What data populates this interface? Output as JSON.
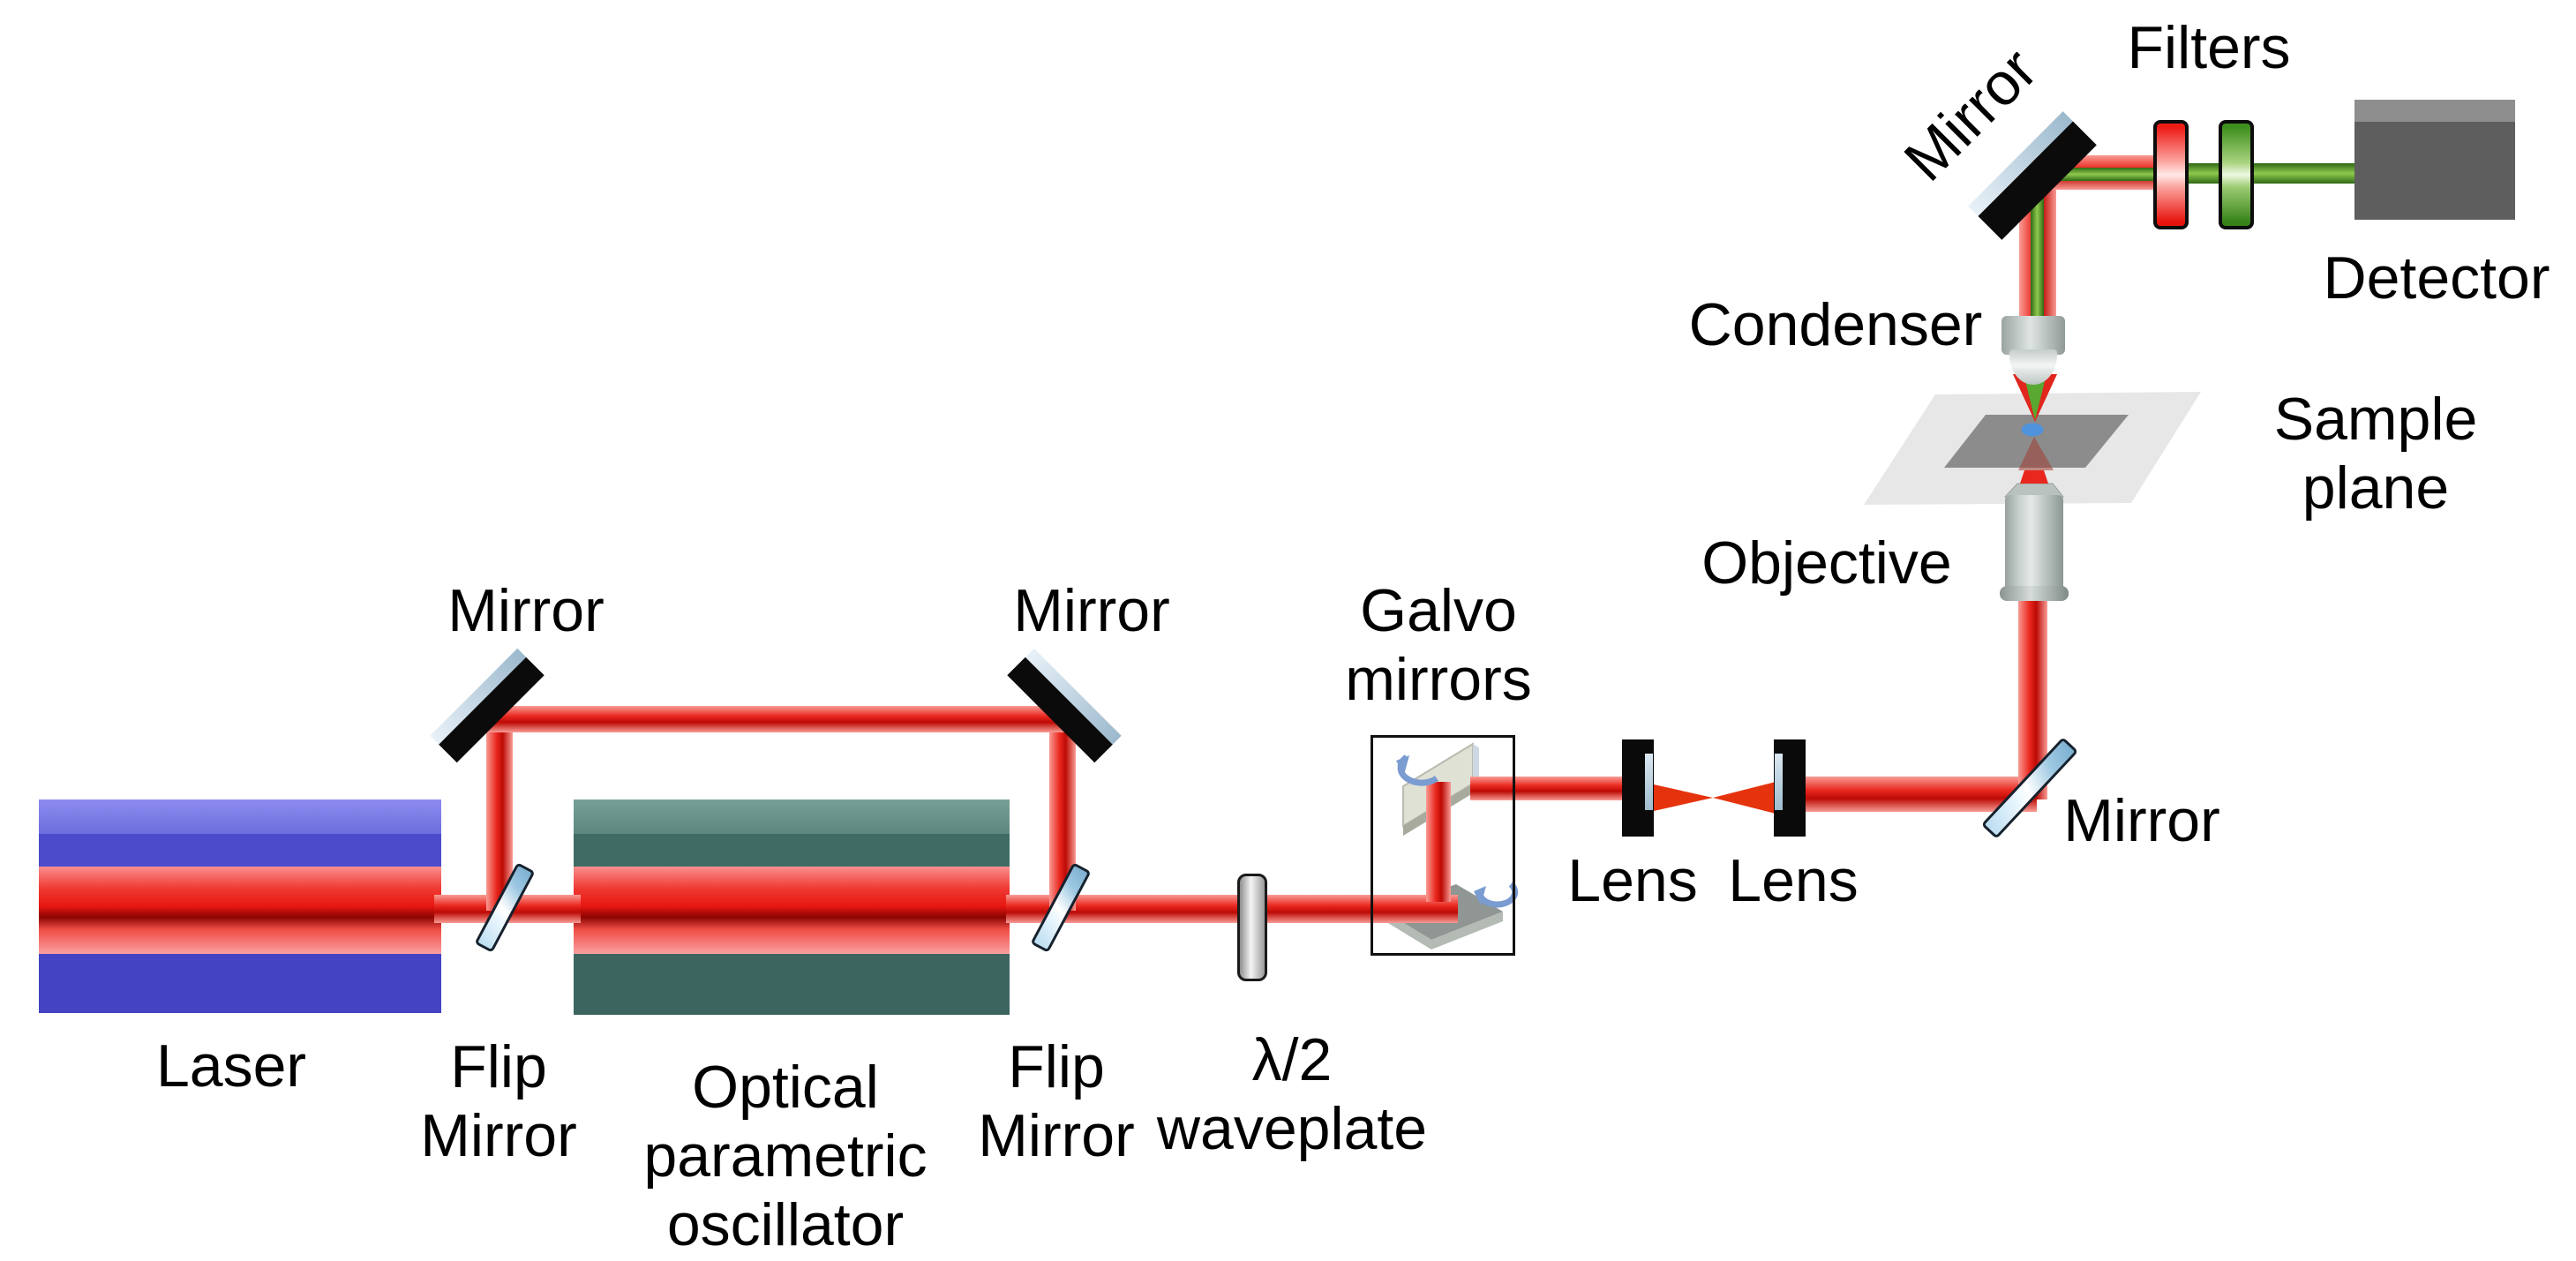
{
  "labels": {
    "laser": "Laser",
    "flip_mirror_1": "Flip\nMirror",
    "mirror_1": "Mirror",
    "opo": "Optical\nparametric\noscillator",
    "mirror_2": "Mirror",
    "flip_mirror_2": "Flip\nMirror",
    "waveplate": "λ/2\nwaveplate",
    "galvo_mirrors": "Galvo\nmirrors",
    "lens_1": "Lens",
    "lens_2": "Lens",
    "mirror_3": "Mirror",
    "objective": "Objective",
    "sample_plane": "Sample plane",
    "condenser": "Condenser",
    "mirror_4": "Mirror",
    "filters": "Filters",
    "detector": "Detector"
  },
  "colors": {
    "beam_red": "#e8251c",
    "beam_green": "#5ca832",
    "laser_box_blue": "#4b4bcb",
    "opo_box_teal": "#406b64",
    "glass_optic_blue": "#a6cfe7",
    "black_mirror": "#0b0b0b",
    "metal_gray": "#c9d2cf",
    "filter_red": "#e8231c",
    "filter_green": "#55a02c",
    "detector_gray": "#5e5e5e",
    "galvo_arrow_blue": "#7b9cd0",
    "sample_plane_gray": "#e7e7e7",
    "sample_inner_gray": "#8c8c8c",
    "focus_dot_blue": "#4f93dd"
  }
}
